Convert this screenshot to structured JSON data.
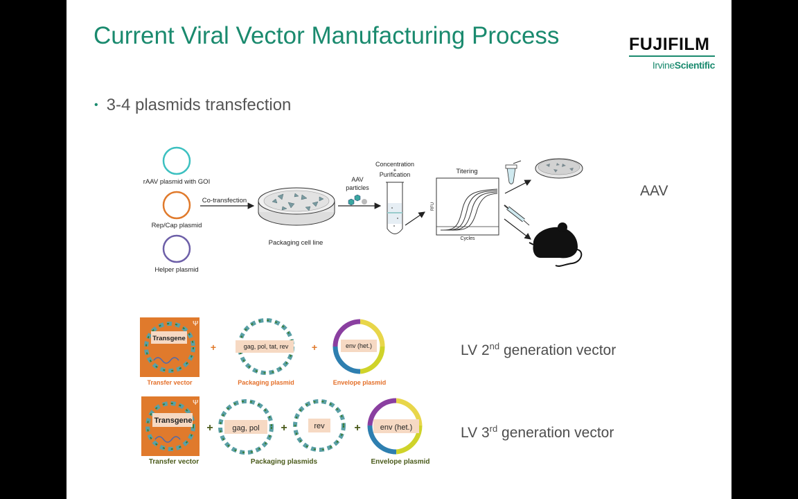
{
  "slide": {
    "title": "Current Viral Vector Manufacturing Process",
    "logo": {
      "brand": "FUJIFILM",
      "sub_light": "Irvine",
      "sub_bold": "Scientific"
    },
    "bullet": "3-4 plasmids transfection"
  },
  "aav": {
    "side_label": "AAV",
    "plasmids": [
      "rAAV plasmid with GOI",
      "Rep/Cap plasmid",
      "Helper plasmid"
    ],
    "plasmid_colors": [
      "#3cc0c0",
      "#e07a2c",
      "#6d5fa8"
    ],
    "step_cotransfection": "Co-transfection",
    "step_cell_line": "Packaging cell line",
    "particles_line1": "AAV",
    "particles_line2": "particles",
    "concentration": "Concentration",
    "plus": "+",
    "purification": "Purification",
    "titering": "Titering",
    "axis_y": "RFU",
    "axis_x": "Cycles"
  },
  "lv2": {
    "side_label_pre": "LV 2",
    "side_label_sup": "nd",
    "side_label_post": " generation vector",
    "transgene": "Transgene",
    "psi": "Ψ",
    "packaging_insert": "gag, pol, tat, rev",
    "envelope_insert": "env (het.)",
    "caption_transfer": "Transfer vector",
    "caption_packaging": "Packaging plasmid",
    "caption_envelope": "Envelope plasmid",
    "plus": "+"
  },
  "lv3": {
    "side_label_pre": "LV 3",
    "side_label_sup": "rd",
    "side_label_post": " generation vector",
    "transgene": "Transgene",
    "psi": "Ψ",
    "packaging_insert_1": "gag, pol",
    "packaging_insert_2": "rev",
    "envelope_insert": "env (het.)",
    "caption_transfer": "Transfer vector",
    "caption_packaging": "Packaging plasmids",
    "caption_envelope": "Envelope plasmid",
    "plus": "+"
  },
  "colors": {
    "title": "#1a8a6e",
    "orange": "#e07a2c",
    "caption_orange": "#e4702a",
    "caption_green": "#4a5a1a",
    "insert_fill": "#f6d9c3"
  }
}
